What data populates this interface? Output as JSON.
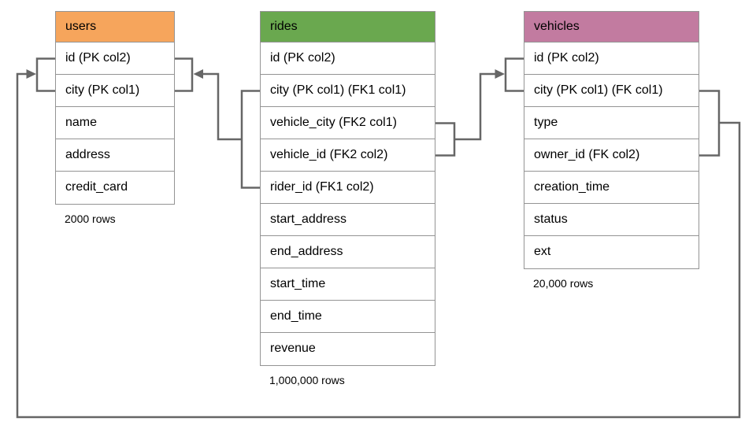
{
  "diagram": {
    "tables": [
      {
        "name": "users",
        "header_color": "#F6A55C",
        "columns": [
          "id (PK col2)",
          "city (PK col1)",
          "name",
          "address",
          "credit_card"
        ],
        "rows_label": "2000 rows"
      },
      {
        "name": "rides",
        "header_color": "#6AA84F",
        "columns": [
          "id (PK col2)",
          "city (PK col1) (FK1 col1)",
          "vehicle_city (FK2 col1)",
          "vehicle_id (FK2 col2)",
          "rider_id (FK1 col2)",
          "start_address",
          "end_address",
          "start_time",
          "end_time",
          "revenue"
        ],
        "rows_label": "1,000,000 rows"
      },
      {
        "name": "vehicles",
        "header_color": "#C27BA0",
        "columns": [
          "id (PK col2)",
          "city (PK col1) (FK col1)",
          "type",
          "owner_id (FK col2)",
          "creation_time",
          "status",
          "ext"
        ],
        "rows_label": "20,000 rows"
      }
    ],
    "relationships": [
      {
        "name": "rides-fk1-to-users-pk",
        "from": "rides (city, rider_id)",
        "to": "users (id, city)"
      },
      {
        "name": "rides-fk2-to-vehicles-pk",
        "from": "rides (vehicle_city, vehicle_id)",
        "to": "vehicles (id, city)"
      },
      {
        "name": "vehicles-fk-to-users-pk",
        "from": "vehicles (city, owner_id)",
        "to": "users (id, city)"
      }
    ],
    "connector_color": "#666666"
  }
}
